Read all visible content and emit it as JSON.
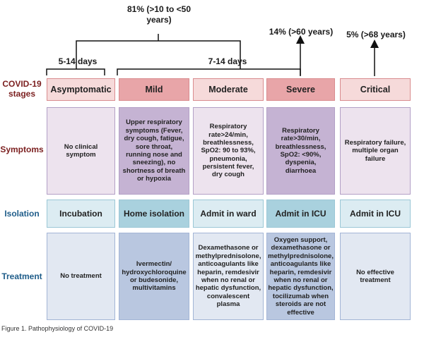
{
  "annotations": {
    "top_percent": "81% (>10 to <50 years)",
    "severe_percent": "14% (>60 years)",
    "critical_percent": "5% (>68 years)",
    "asym_days": "5-14 days",
    "mild_moderate_days": "7-14 days"
  },
  "row_labels": {
    "stages": "COVID-19 stages",
    "symptoms": "Symptoms",
    "isolation": "Isolation",
    "treatment": "Treatment"
  },
  "columns": [
    {
      "stage": "Asymptomatic",
      "symptoms": "No clinical symptom",
      "isolation": "Incubation",
      "treatment": "No treatment"
    },
    {
      "stage": "Mild",
      "symptoms": "Upper respiratory symptoms (Fever, dry cough, fatigue, sore throat, running nose and sneezing), no shortness of breath or hypoxia",
      "isolation": "Home isolation",
      "treatment": "Ivermectin/ hydroxychloroquine or budesonide, multivitamins"
    },
    {
      "stage": "Moderate",
      "symptoms": "Respiratory rate>24/min, breathlessness, SpO2: 90 to 93%, pneumonia, persistent fever, dry cough",
      "isolation": "Admit in ward",
      "treatment": "Dexamethasone or methylprednisolone, anticoagulants like heparin, remdesivir when no renal or hepatic dysfunction, convalescent plasma"
    },
    {
      "stage": "Severe",
      "symptoms": "Respiratory rate>30/min, breathlessness, SpO2: <90%, dyspenia, diarrhoea",
      "isolation": "Admit in ICU",
      "treatment": "Oxygen support, dexamethasone or methylprednisolone, anticoagulants like heparin, remdesivir when no renal or hepatic dysfunction, tocilizumab when steroids are not effective"
    },
    {
      "stage": "Critical",
      "symptoms": "Respiratory failure, multiple organ failure",
      "isolation": "Admit in ICU",
      "treatment": "No effective treatment"
    }
  ],
  "caption": "Figure 1. Pathophysiology of COVID-19",
  "colors": {
    "row_label": "#7b1f1f",
    "row_label_blue": "#1f5d8a",
    "stage_light": "#f6dada",
    "stage_dark": "#e8a5a8",
    "stage_border": "#d98c8f",
    "symptom_light": "#ede3ee",
    "symptom_dark": "#c5b3d3",
    "symptom_border": "#b3a0c6",
    "isolation_light": "#dcecf2",
    "isolation_dark": "#a9d1de",
    "isolation_border": "#9bc7d6",
    "treatment_light": "#e2e8f2",
    "treatment_dark": "#b9c7e0",
    "treatment_border": "#a3b5d6"
  }
}
